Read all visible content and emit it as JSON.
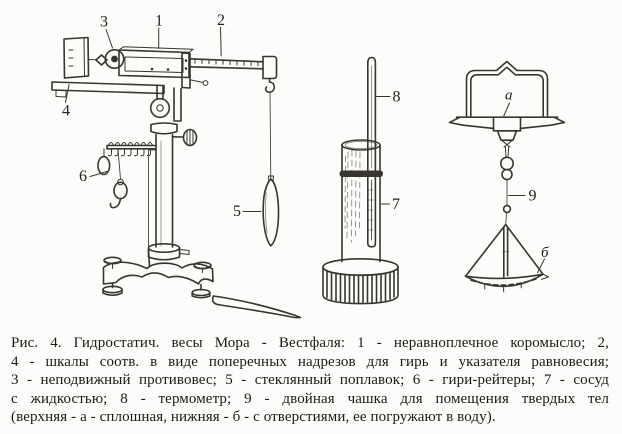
{
  "figure": {
    "colors": {
      "paper": "#fcfcfa",
      "ink": "#38352e"
    },
    "part_labels": {
      "beam": "1",
      "weight_scale_arm": "2",
      "counterweight": "3",
      "pointer_scale": "4",
      "glass_float": "5",
      "rider_weights": "6",
      "liquid_vessel": "7",
      "thermometer": "8",
      "double_cup": "9",
      "upper_cup": "а",
      "lower_cup": "б"
    },
    "caption_lines": [
      "Рис. 4. Гидростатич. весы Мора - Вестфаля: 1 - неравноплечное коромысло; 2,",
      "4 - шкалы соотв. в виде поперечных надрезов для гирь и указателя равновесия;",
      "3 - неподвижный противовес; 5 - стеклянный поплавок; 6 - гири-рейтеры; 7 - сосуд",
      "с жидкостью; 8 - термометр; 9 - двойная чашка для помещения твердых тел",
      "(верхняя - а - сплошная, нижняя - б - с отверстиями, ее погружают в воду)."
    ]
  }
}
